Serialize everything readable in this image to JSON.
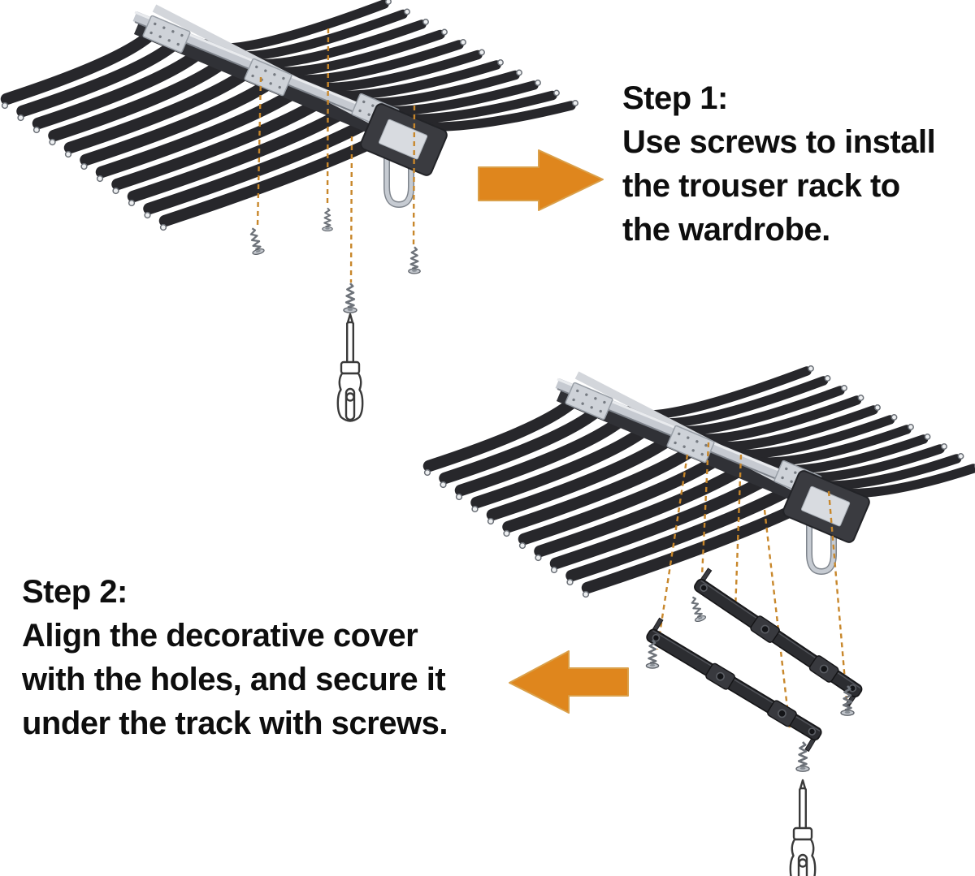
{
  "steps": {
    "step1": {
      "title": "Step 1:",
      "lines": [
        "Use screws to install",
        "the trouser rack to",
        "the wardrobe."
      ]
    },
    "step2": {
      "title": "Step 2:",
      "lines": [
        "Align the decorative cover",
        "with the holes, and secure it",
        "under the track with screws."
      ]
    }
  },
  "icons": {
    "arrow_right": "arrow-right",
    "arrow_left": "arrow-left",
    "screw": "screw",
    "screwdriver": "screwdriver",
    "trouser_rack": "pull-out-trouser-rack",
    "decorative_cover": "decorative-cover-strip"
  },
  "colors": {
    "background": "#ffffff",
    "text": "#0e0e0e",
    "arrow_fill": "#df861d",
    "arrow_edge": "#daa04a",
    "leader_line": "#c8872b",
    "rack_dark": "#27272b",
    "rack_base": "#303136",
    "rack_cap": "#3a3b40",
    "rail_silver": "#c6cad1",
    "rail_light": "#e9ebee",
    "rail_shadow": "#7d828a",
    "plate_silver": "#ced2d8",
    "label_silver": "#d8dbe0",
    "hook_metal": "#c6cbd2",
    "screw_thread": "#6e737a",
    "screw_head": "#c3c7cd",
    "tool_outline": "#3a3a3a",
    "cover_dark": "#2c2d31"
  }
}
